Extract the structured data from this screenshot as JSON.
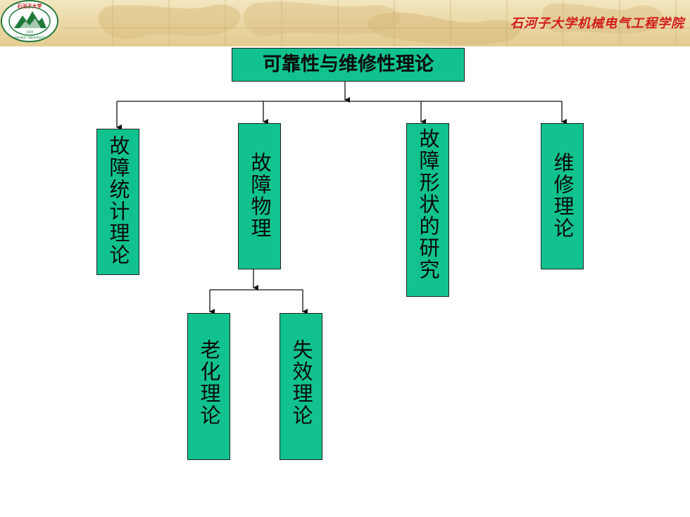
{
  "header": {
    "logo_text_top": "石河子大学",
    "logo_text_bottom": "SHIHEZI UNIVERSITY",
    "logo_year": "1949",
    "school_name": "石河子大学机械电气工程学院"
  },
  "diagram": {
    "root": "可靠性与维修性理论",
    "children": [
      {
        "label": "故障统计理论"
      },
      {
        "label": "故障物理",
        "children": [
          {
            "label": "老化理论"
          },
          {
            "label": "失效理论"
          }
        ]
      },
      {
        "label": "故障形状的研究"
      },
      {
        "label": "维修理论"
      }
    ]
  },
  "colors": {
    "box_fill": "#11c28e",
    "box_border": "#222222",
    "banner": "#ead7a3",
    "school_name": "#d11a1a"
  }
}
